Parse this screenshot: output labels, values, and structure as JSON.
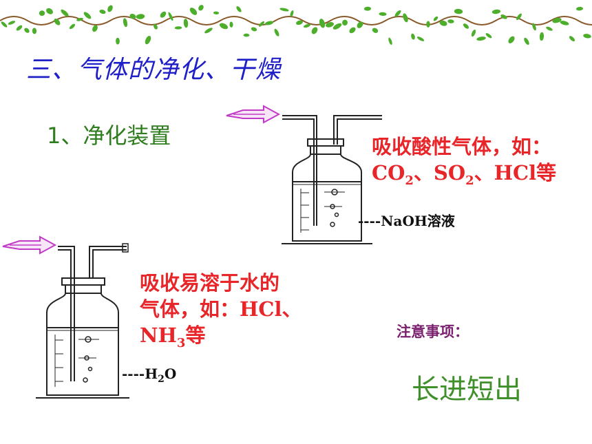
{
  "slide": {
    "title": "三、气体的净化、干燥",
    "subtitle": "1、净化装置"
  },
  "apparatus_1": {
    "note_line1": "吸收酸性气体，如：",
    "note_line2": {
      "co_prefix": "CO",
      "co_sub": "2",
      "sep1": "、SO",
      "so_sub": "2",
      "rest": "、HCl等"
    },
    "liquid_label": "----NaOH溶液"
  },
  "apparatus_2": {
    "note_line1": "吸收易溶于水的",
    "note_line2": "气体，如：HCl、",
    "note_line3": {
      "nh_prefix": "NH",
      "nh_sub": "3",
      "rest": "等"
    },
    "liquid_label": {
      "prefix": "----H",
      "sub": "2",
      "suffix": "O"
    }
  },
  "notice": {
    "heading": "注意事项：",
    "rule": "长进短出"
  },
  "colors": {
    "title": "#1f1fc8",
    "subtitle": "#2e7d1e",
    "note": "#e8262a",
    "notice": "#7a1f6e",
    "rule": "#3f8f2a",
    "arrow": "#c23ac8",
    "vine_leaf": "#4cae2a",
    "vine_stem": "#8a5a2b"
  }
}
